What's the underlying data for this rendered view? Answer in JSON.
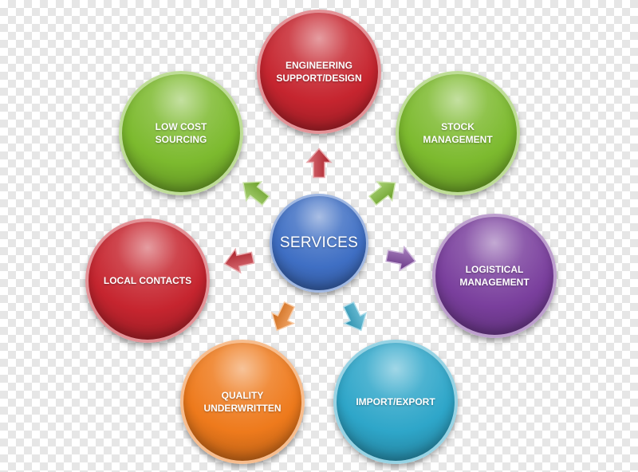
{
  "hub": {
    "label": "SERVICES",
    "color": "#3f6fc4"
  },
  "nodes": [
    {
      "id": "engineering",
      "label": "ENGINEERING\nSUPPORT/DESIGN",
      "color": "#c6252f"
    },
    {
      "id": "stock",
      "label": "STOCK\nMANAGEMENT",
      "color": "#7cba2e"
    },
    {
      "id": "logistical",
      "label": "LOGISTICAL\nMANAGEMENT",
      "color": "#7a3f9d"
    },
    {
      "id": "import-export",
      "label": "IMPORT/EXPORT",
      "color": "#2ea6c9"
    },
    {
      "id": "quality",
      "label": "QUALITY\nUNDERWRITTEN",
      "color": "#ee7a1c"
    },
    {
      "id": "local-contacts",
      "label": "LOCAL CONTACTS",
      "color": "#c6252f"
    },
    {
      "id": "low-cost",
      "label": "LOW COST\nSOURCING",
      "color": "#7cba2e"
    }
  ]
}
